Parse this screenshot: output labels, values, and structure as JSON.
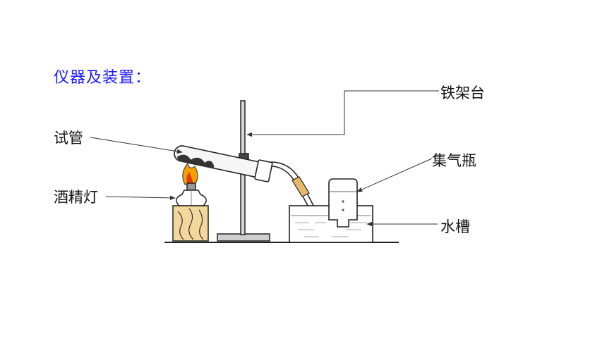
{
  "title": "仪器及装置：",
  "labels": {
    "iron_stand": "铁架台",
    "test_tube": "试管",
    "gas_bottle": "集气瓶",
    "alcohol_lamp": "酒精灯",
    "water_trough": "水槽"
  },
  "colors": {
    "title": "#1a1aff",
    "flame_outer": "#f5a000",
    "flame_inner": "#e23a00",
    "wood": "#f4d79c",
    "cork": "#e8b869"
  }
}
